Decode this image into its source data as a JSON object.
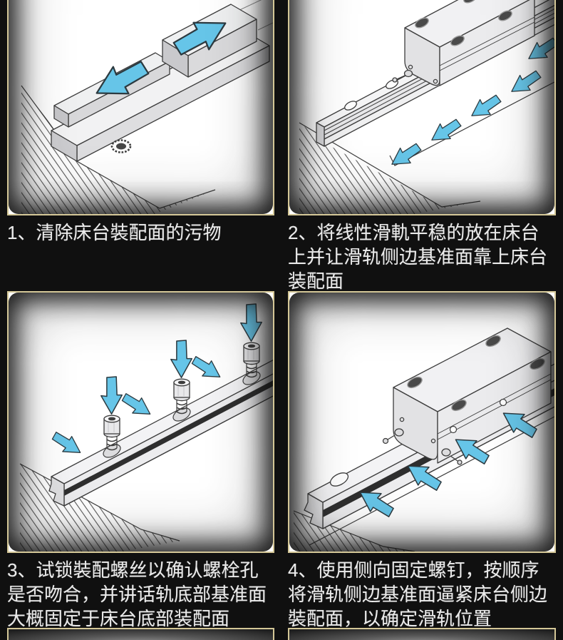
{
  "theme": {
    "background": "#101010",
    "panel_border": "#d4c797",
    "panel_background": "#ffffff",
    "arrow_color": "#66c5e8",
    "line_color": "#3d3d3d",
    "caption_color": "#ebebeb"
  },
  "steps": [
    {
      "number": "1",
      "caption": "1、清除床台裝配面的污物",
      "alt": "machine bed datum surface with double-headed arrow along rail direction and threaded hole"
    },
    {
      "number": "2",
      "caption": "2、将线性滑軌平稳的放在床台上并让滑轨侧边基准面靠上床台装配面",
      "alt": "linear rail with carriage placed on bed, arrows pushing rail side datum face against bed"
    },
    {
      "number": "3",
      "caption": "3、试锁裝配螺丝以确认螺栓孔是否吻合，并讲话轨底部基准面大概固定于床台底部装配面",
      "alt": "rail with three mounting screws pressed down by arrows to check bolt hole alignment"
    },
    {
      "number": "4",
      "caption": "4、使用侧向固定螺钉，按顺序将滑轨侧边基准面逼紧床台侧边裝配面，以确定滑轨位置",
      "alt": "side set screws pushing rail side datum face tight against bed side mounting face"
    }
  ]
}
